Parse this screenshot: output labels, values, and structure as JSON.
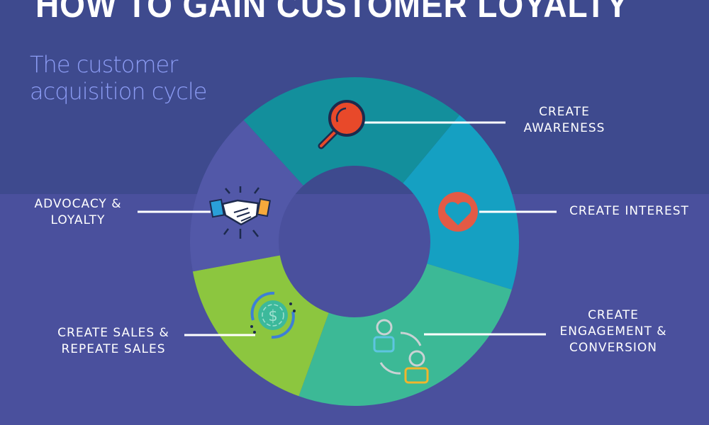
{
  "title": "HOW TO GAIN CUSTOMER LOYALTY",
  "subtitle": {
    "line1": "The customer",
    "line2": "acquisition cycle"
  },
  "stages": [
    {
      "label_lines": [
        "CREATE",
        "AWARENESS"
      ],
      "icon": "magnifier-icon",
      "color": "#138f9c"
    },
    {
      "label_lines": [
        "CREATE INTEREST"
      ],
      "icon": "heart-icon",
      "color": "#15a0c2"
    },
    {
      "label_lines": [
        "CREATE",
        "ENGAGEMENT &",
        "CONVERSION"
      ],
      "icon": "people-exchange-icon",
      "color": "#3cb996"
    },
    {
      "label_lines": [
        "CREATE SALES &",
        "REPEATE SALES"
      ],
      "icon": "dollar-cycle-icon",
      "color": "#8cc63f"
    },
    {
      "label_lines": [
        "ADVOCACY &",
        "LOYALTY"
      ],
      "icon": "handshake-icon",
      "color": "#5258a8"
    }
  ]
}
